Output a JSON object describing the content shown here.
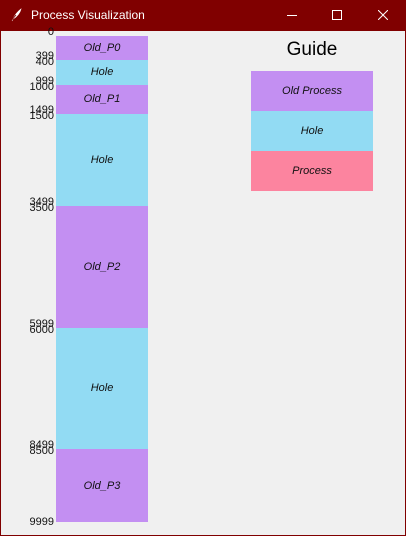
{
  "window": {
    "title": "Process Visualization",
    "icons": {
      "app": "feather-icon",
      "minimize": "minimize-icon",
      "maximize": "maximize-icon",
      "close": "close-icon"
    }
  },
  "colors": {
    "title_bar": "#800000",
    "old_process": "#c38ff2",
    "hole": "#92dbf3",
    "process": "#fc849f",
    "client_bg": "#f0f0f0"
  },
  "memory": {
    "total": 9999,
    "blocks": [
      {
        "label": "Old_P0",
        "type": "old_process",
        "start": 0,
        "end": 500
      },
      {
        "label": "Hole",
        "type": "hole",
        "start": 500,
        "end": 1000
      },
      {
        "label": "Old_P1",
        "type": "old_process",
        "start": 1000,
        "end": 1600
      },
      {
        "label": "Hole",
        "type": "hole",
        "start": 1600,
        "end": 3500
      },
      {
        "label": "Old_P2",
        "type": "old_process",
        "start": 3500,
        "end": 6000
      },
      {
        "label": "Hole",
        "type": "hole",
        "start": 6000,
        "end": 8500
      },
      {
        "label": "Old_P3",
        "type": "old_process",
        "start": 8500,
        "end": 9999
      }
    ],
    "address_labels": [
      {
        "text": "0",
        "at": 0
      },
      {
        "text": "399",
        "at": 500
      },
      {
        "text": "400",
        "at": 500
      },
      {
        "text": "999",
        "at": 1000
      },
      {
        "text": "1000",
        "at": 1000
      },
      {
        "text": "1499",
        "at": 1600
      },
      {
        "text": "1500",
        "at": 1600
      },
      {
        "text": "3499",
        "at": 3500
      },
      {
        "text": "3500",
        "at": 3500
      },
      {
        "text": "5999",
        "at": 6000
      },
      {
        "text": "6000",
        "at": 6000
      },
      {
        "text": "8499",
        "at": 8500
      },
      {
        "text": "8500",
        "at": 8500
      },
      {
        "text": "9999",
        "at": 9999
      }
    ]
  },
  "guide": {
    "title": "Guide",
    "items": [
      {
        "label": "Old Process",
        "type": "old_process"
      },
      {
        "label": "Hole",
        "type": "hole"
      },
      {
        "label": "Process",
        "type": "process"
      }
    ]
  }
}
